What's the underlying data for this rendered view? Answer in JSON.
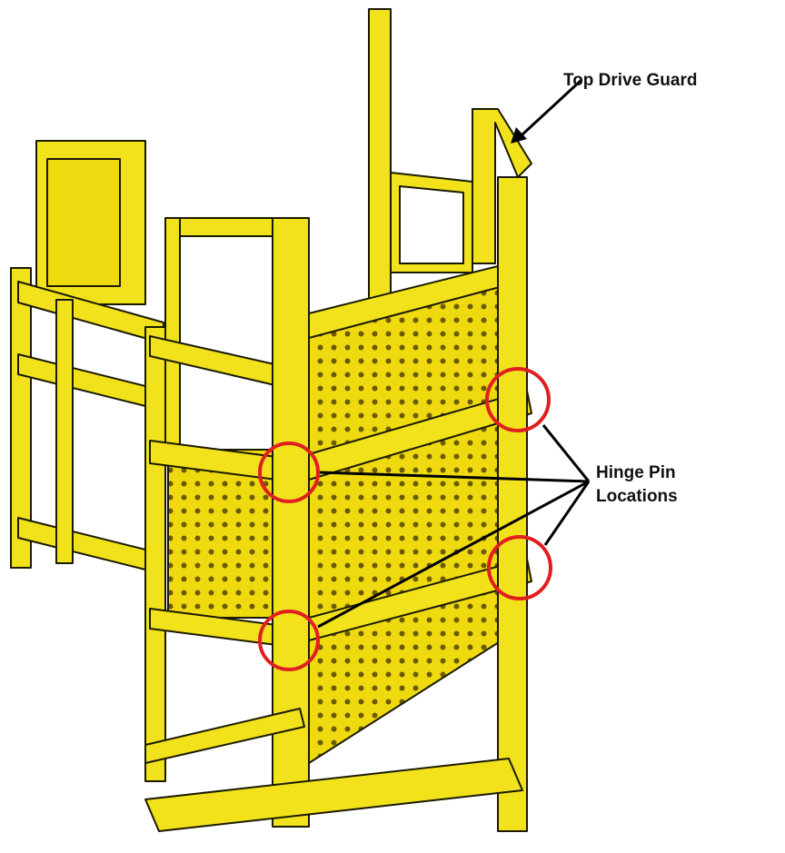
{
  "callouts": {
    "top_drive_guard": "Top Drive Guard",
    "hinge_pin_line1": "Hinge Pin",
    "hinge_pin_line2": "Locations"
  },
  "colors": {
    "frame_yellow": "#F2E21C",
    "frame_outline": "#1A1A00",
    "panel_yellow": "#EFDA10",
    "hole_dark": "#6B5A00",
    "highlight_circle": "#E02020",
    "leader_line": "#000000"
  },
  "highlights": {
    "hinge_pin_markers": 4
  }
}
